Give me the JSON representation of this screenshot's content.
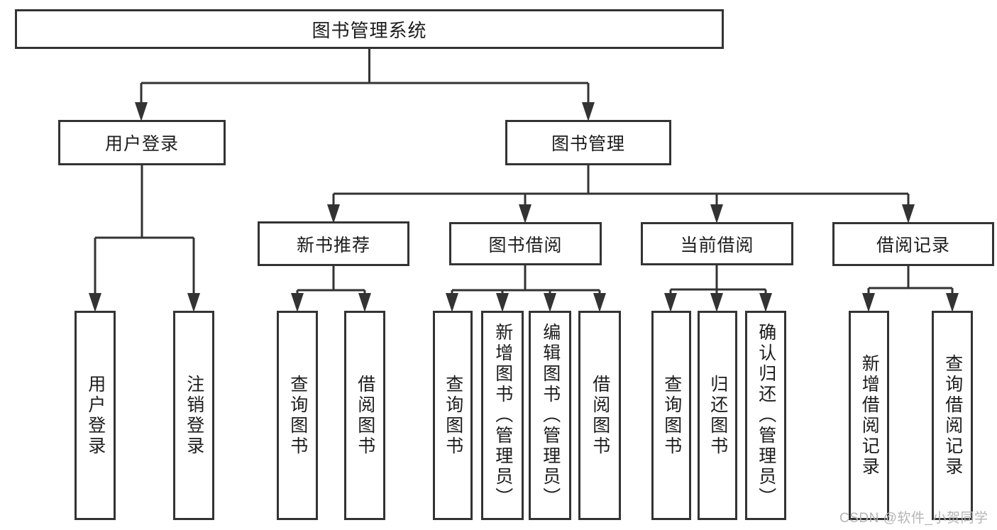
{
  "diagram": {
    "title": "图书管理系统",
    "root": {
      "label": "图书管理系统"
    },
    "level2": [
      {
        "label": "用户登录"
      },
      {
        "label": "图书管理"
      }
    ],
    "level3": [
      {
        "label": "新书推荐",
        "parent": "图书管理"
      },
      {
        "label": "图书借阅",
        "parent": "图书管理"
      },
      {
        "label": "当前借阅",
        "parent": "图书管理"
      },
      {
        "label": "借阅记录",
        "parent": "图书管理"
      }
    ],
    "leaves": [
      {
        "label": "用户登录",
        "parent": "用户登录"
      },
      {
        "label": "注销登录",
        "parent": "用户登录"
      },
      {
        "label": "查询图书",
        "parent": "新书推荐"
      },
      {
        "label": "借阅图书",
        "parent": "新书推荐"
      },
      {
        "label": "查询图书",
        "parent": "图书借阅"
      },
      {
        "label": "新增图书（管理员）",
        "parent": "图书借阅"
      },
      {
        "label": "编辑图书（管理员）",
        "parent": "图书借阅"
      },
      {
        "label": "借阅图书",
        "parent": "图书借阅"
      },
      {
        "label": "查询图书",
        "parent": "当前借阅"
      },
      {
        "label": "归还图书",
        "parent": "当前借阅"
      },
      {
        "label": "确认归还（管理员）",
        "parent": "当前借阅"
      },
      {
        "label": "新增借阅记录",
        "parent": "借阅记录"
      },
      {
        "label": "查询借阅记录",
        "parent": "借阅记录"
      }
    ]
  },
  "watermark": {
    "text": "CSDN @软件_小贺同学"
  },
  "colors": {
    "line": "#333333",
    "text": "#1c1c1c",
    "watermark": "#b5b5b5",
    "background": "#ffffff"
  }
}
